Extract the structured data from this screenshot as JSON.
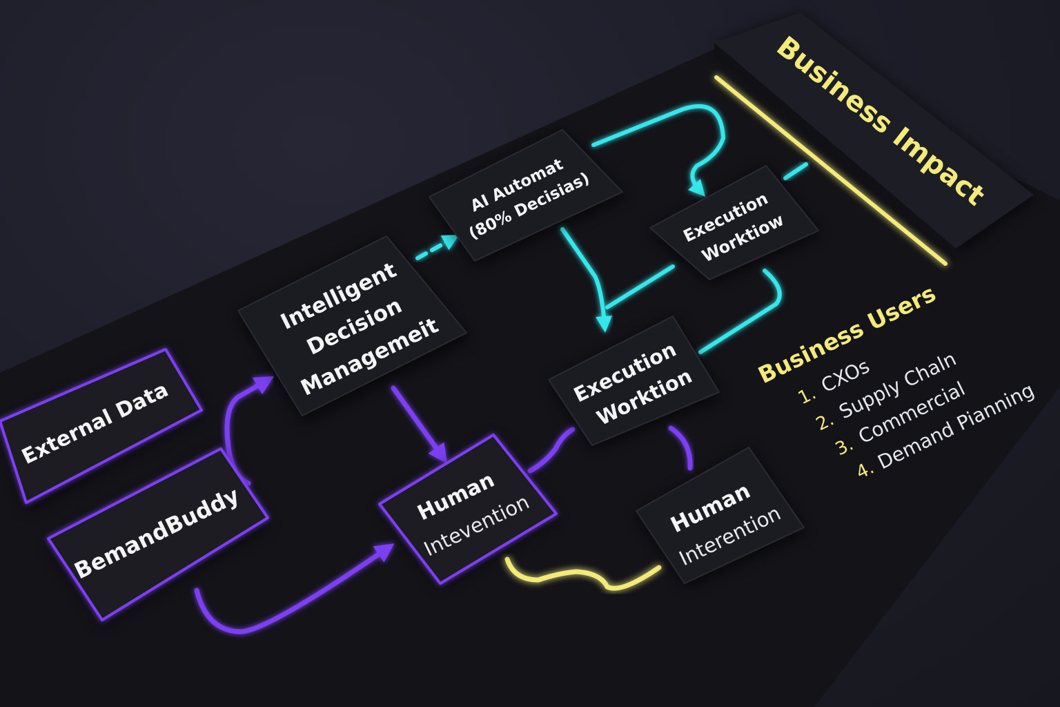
{
  "colors": {
    "purple": "#7b3ff2",
    "cyan": "#35e6ea",
    "yellow": "#f3ea7a",
    "box": "#1b1b22",
    "board": "#15151b"
  },
  "nodes": {
    "external_data": "External Data",
    "bemandbuddy": "BemandBuddy",
    "idm": [
      "Intelligent",
      "Decision",
      "Managemeit"
    ],
    "ai_automat": [
      "AI Automat",
      "(80% Decisias)"
    ],
    "exec_top": [
      "Execution",
      "Worktiow"
    ],
    "exec_mid": [
      "Execution",
      "Worktion"
    ],
    "human_left": [
      "Human",
      "Intevention"
    ],
    "human_right": [
      "Human",
      "Interention"
    ]
  },
  "business_impact": {
    "title": "Business Impact"
  },
  "business_users": {
    "title": "Business Users",
    "items": [
      {
        "num": "1.",
        "label": "CXOs"
      },
      {
        "num": "2.",
        "label": "Supply Chaln"
      },
      {
        "num": "3.",
        "label": "Commercial"
      },
      {
        "num": "4.",
        "label": "Demand Pianning"
      }
    ]
  }
}
